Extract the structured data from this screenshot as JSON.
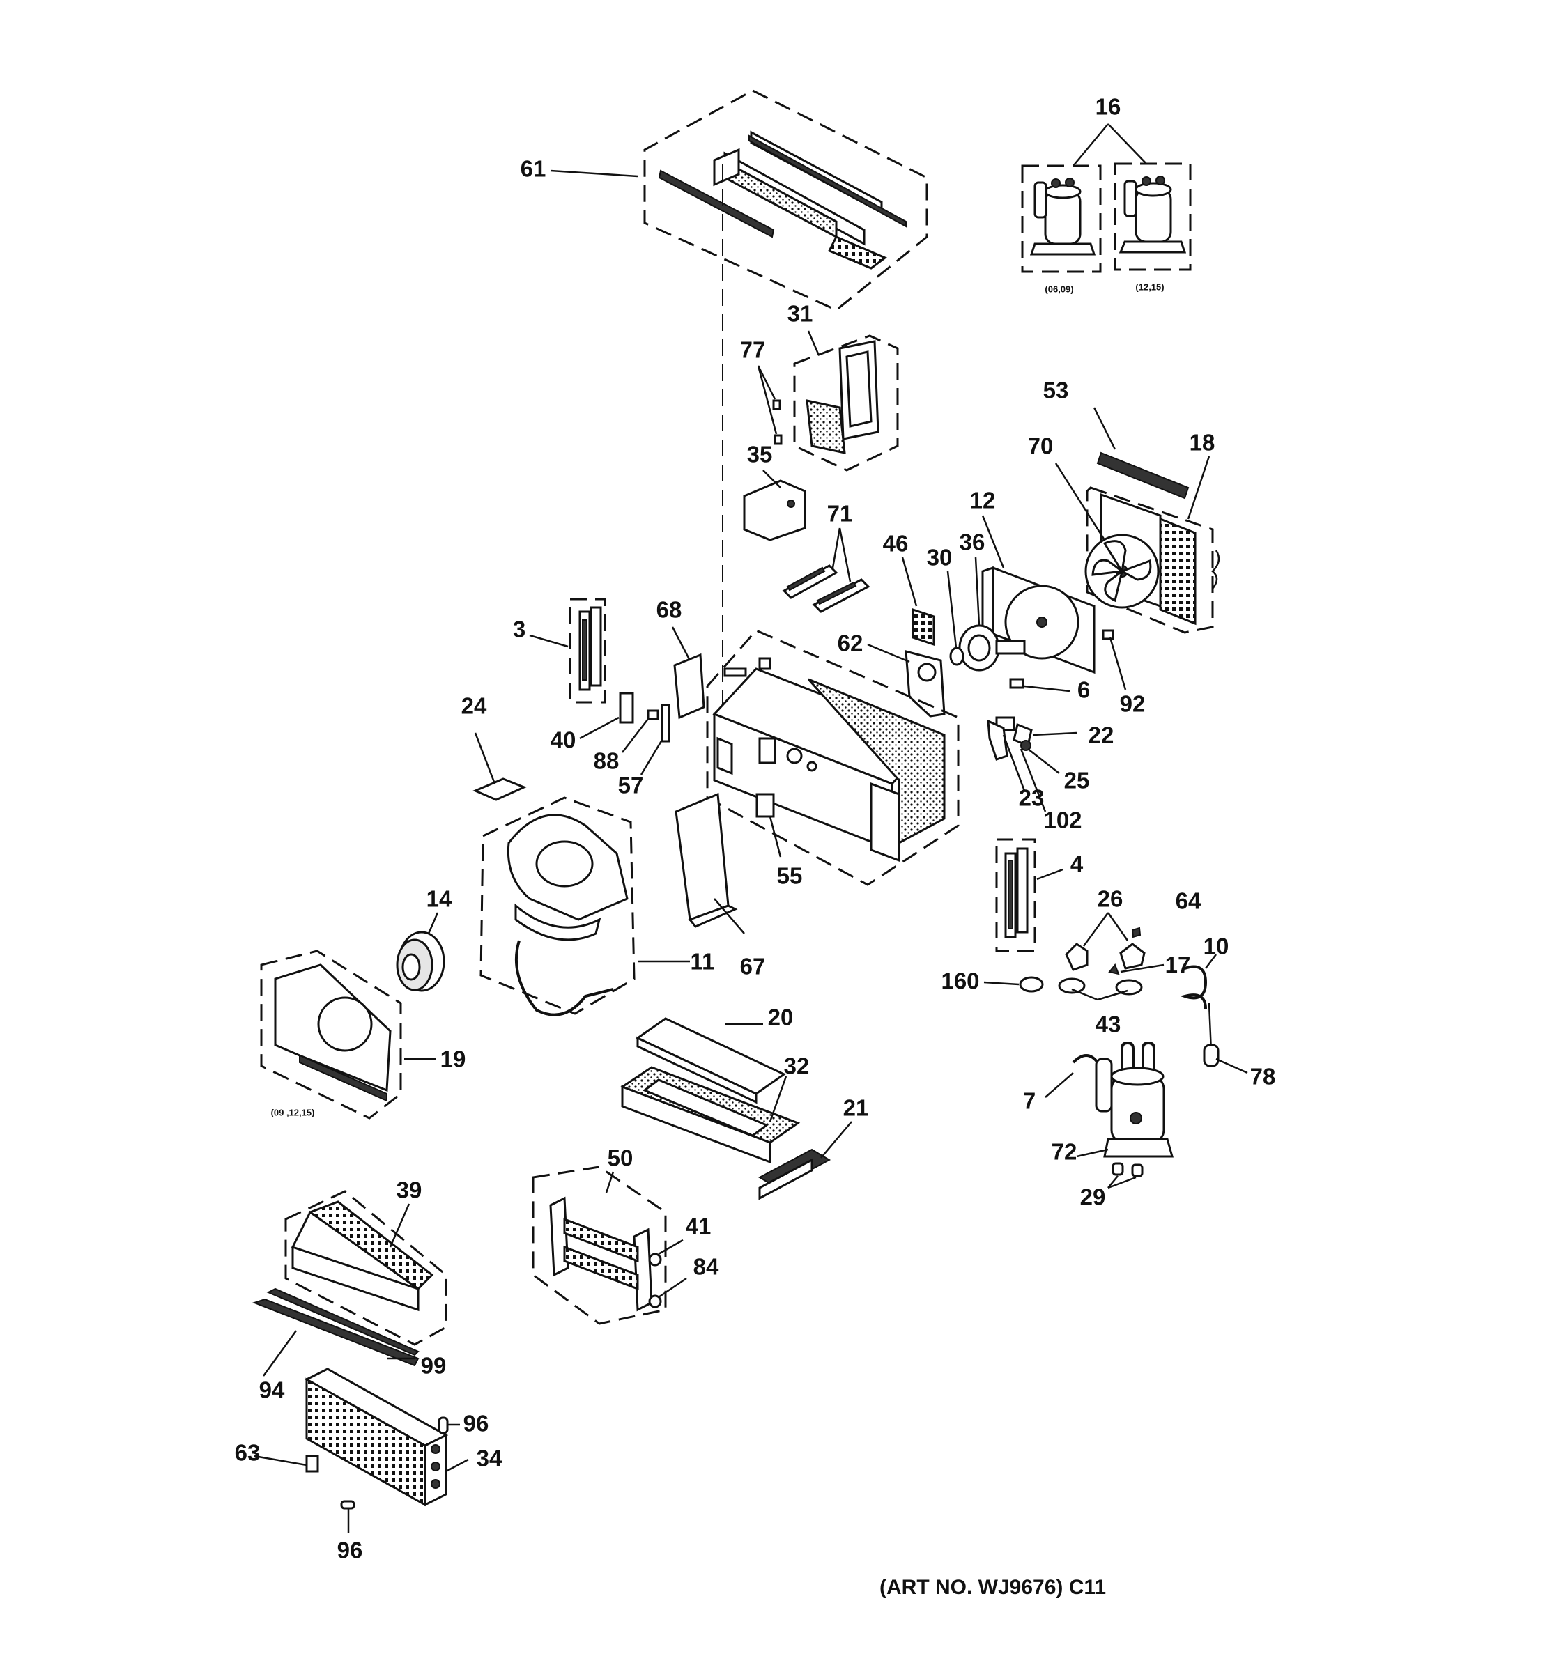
{
  "diagram": {
    "art_number": "(ART NO. WJ9676) C11",
    "notes": {
      "note_06_09": "(06,09)",
      "note_12_15": "(12,15)",
      "note_09_12_15": "(09 ,12,15)"
    },
    "callouts": {
      "c16": "16",
      "c61": "61",
      "c31": "31",
      "c77": "77",
      "c35": "35",
      "c53": "53",
      "c70": "70",
      "c18": "18",
      "c12": "12",
      "c36": "36",
      "c30": "30",
      "c46": "46",
      "c71": "71",
      "c3": "3",
      "c68": "68",
      "c62": "62",
      "c6": "6",
      "c92": "92",
      "c24": "24",
      "c40": "40",
      "c88": "88",
      "c57": "57",
      "c22": "22",
      "c25": "25",
      "c23": "23",
      "c102": "102",
      "c55": "55",
      "c14": "14",
      "c11": "11",
      "c67": "67",
      "c4": "4",
      "c26": "26",
      "c64": "64",
      "c10": "10",
      "c17": "17",
      "c160": "160",
      "c43": "43",
      "c20": "20",
      "c19": "19",
      "c32": "32",
      "c78": "78",
      "c7": "7",
      "c21": "21",
      "c72": "72",
      "c50": "50",
      "c29": "29",
      "c39": "39",
      "c41": "41",
      "c84": "84",
      "c99": "99",
      "c94": "94",
      "c96a": "96",
      "c63": "63",
      "c34": "34",
      "c96b": "96"
    }
  }
}
